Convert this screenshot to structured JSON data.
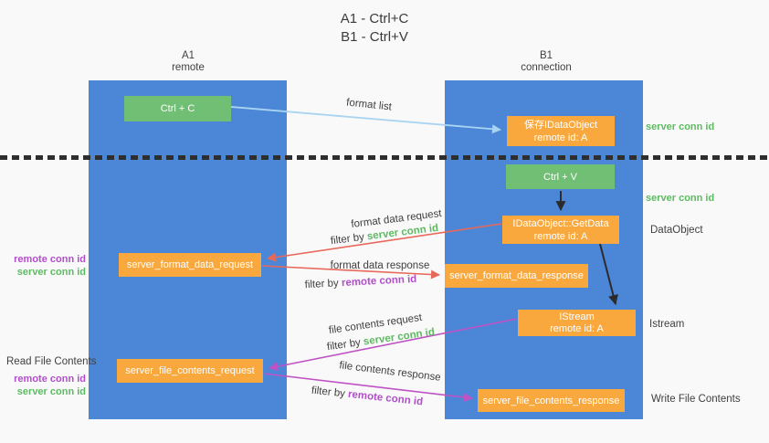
{
  "title": {
    "line1": "A1 - Ctrl+C",
    "line2": "B1 - Ctrl+V"
  },
  "columns": {
    "left": {
      "name": "A1",
      "subtitle": "remote"
    },
    "right": {
      "name": "B1",
      "subtitle": "connection"
    }
  },
  "nodes": {
    "ctrl_c": {
      "label": "Ctrl + C"
    },
    "ctrl_v": {
      "label": "Ctrl + V"
    },
    "save_dataobject": {
      "line1": "保存IDataObject",
      "line2": "remote id: A"
    },
    "getdata": {
      "line1": "IDataObject::GetData",
      "line2": "remote id: A"
    },
    "istream": {
      "line1": "IStream",
      "line2": "remote id: A"
    },
    "format_request": {
      "label": "server_format_data_request"
    },
    "format_response": {
      "label": "server_format_data_response"
    },
    "file_request": {
      "label": "server_file_contents_request"
    },
    "file_response": {
      "label": "server_file_contents_response"
    }
  },
  "labels": {
    "format_list": "format list",
    "server_conn_id": "server conn id",
    "remote_conn_id": "remote conn id",
    "filter_by": "filter by",
    "format_data_request": "format data request",
    "format_data_response": "format data response",
    "file_contents_request": "file contents request",
    "file_contents_response": "file contents response",
    "dataobject": "DataObject",
    "istream": "Istream",
    "read_file_contents": "Read File Contents",
    "write_file_contents": "Write File Contents"
  },
  "colors": {
    "lifeline_blue": "#4c87d7",
    "node_green": "#71bf74",
    "node_orange": "#f9a83e",
    "text_green": "#5eba62",
    "text_purple": "#b14fc9",
    "arrow_lightblue": "#a9d4f1",
    "arrow_red": "#e8685a",
    "arrow_magenta": "#c053c4",
    "arrow_black": "#2b2b2b",
    "background": "#f9f9f9"
  }
}
